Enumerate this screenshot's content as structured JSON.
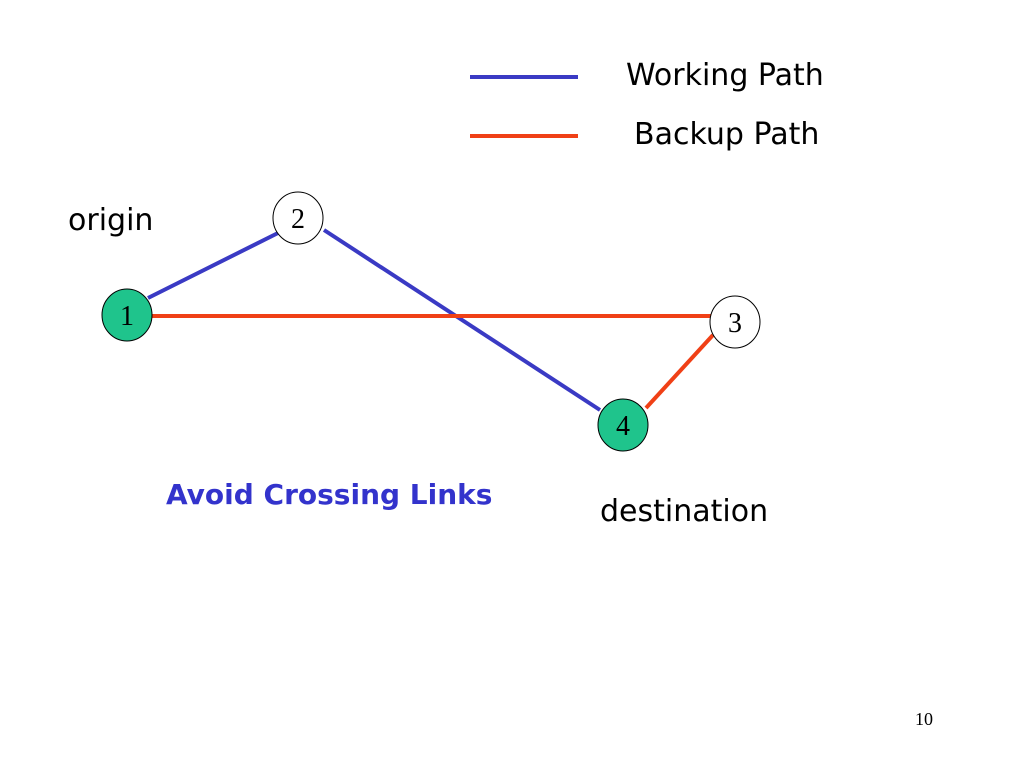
{
  "legend": {
    "working": {
      "label": "Working Path",
      "color": "#3a3ac4"
    },
    "backup": {
      "label": "Backup Path",
      "color": "#f04016"
    }
  },
  "labels": {
    "origin": "origin",
    "destination": "destination",
    "caption": "Avoid Crossing Links"
  },
  "nodes": {
    "n1": {
      "label": "1",
      "fill": "#1fc48c"
    },
    "n2": {
      "label": "2",
      "fill": "#ffffff"
    },
    "n3": {
      "label": "3",
      "fill": "#ffffff"
    },
    "n4": {
      "label": "4",
      "fill": "#1fc48c"
    }
  },
  "links": [
    {
      "from": "1",
      "to": "2",
      "path": "working"
    },
    {
      "from": "2",
      "to": "4",
      "path": "working"
    },
    {
      "from": "1",
      "to": "3",
      "path": "backup"
    },
    {
      "from": "3",
      "to": "4",
      "path": "backup"
    }
  ],
  "page_number": "10"
}
